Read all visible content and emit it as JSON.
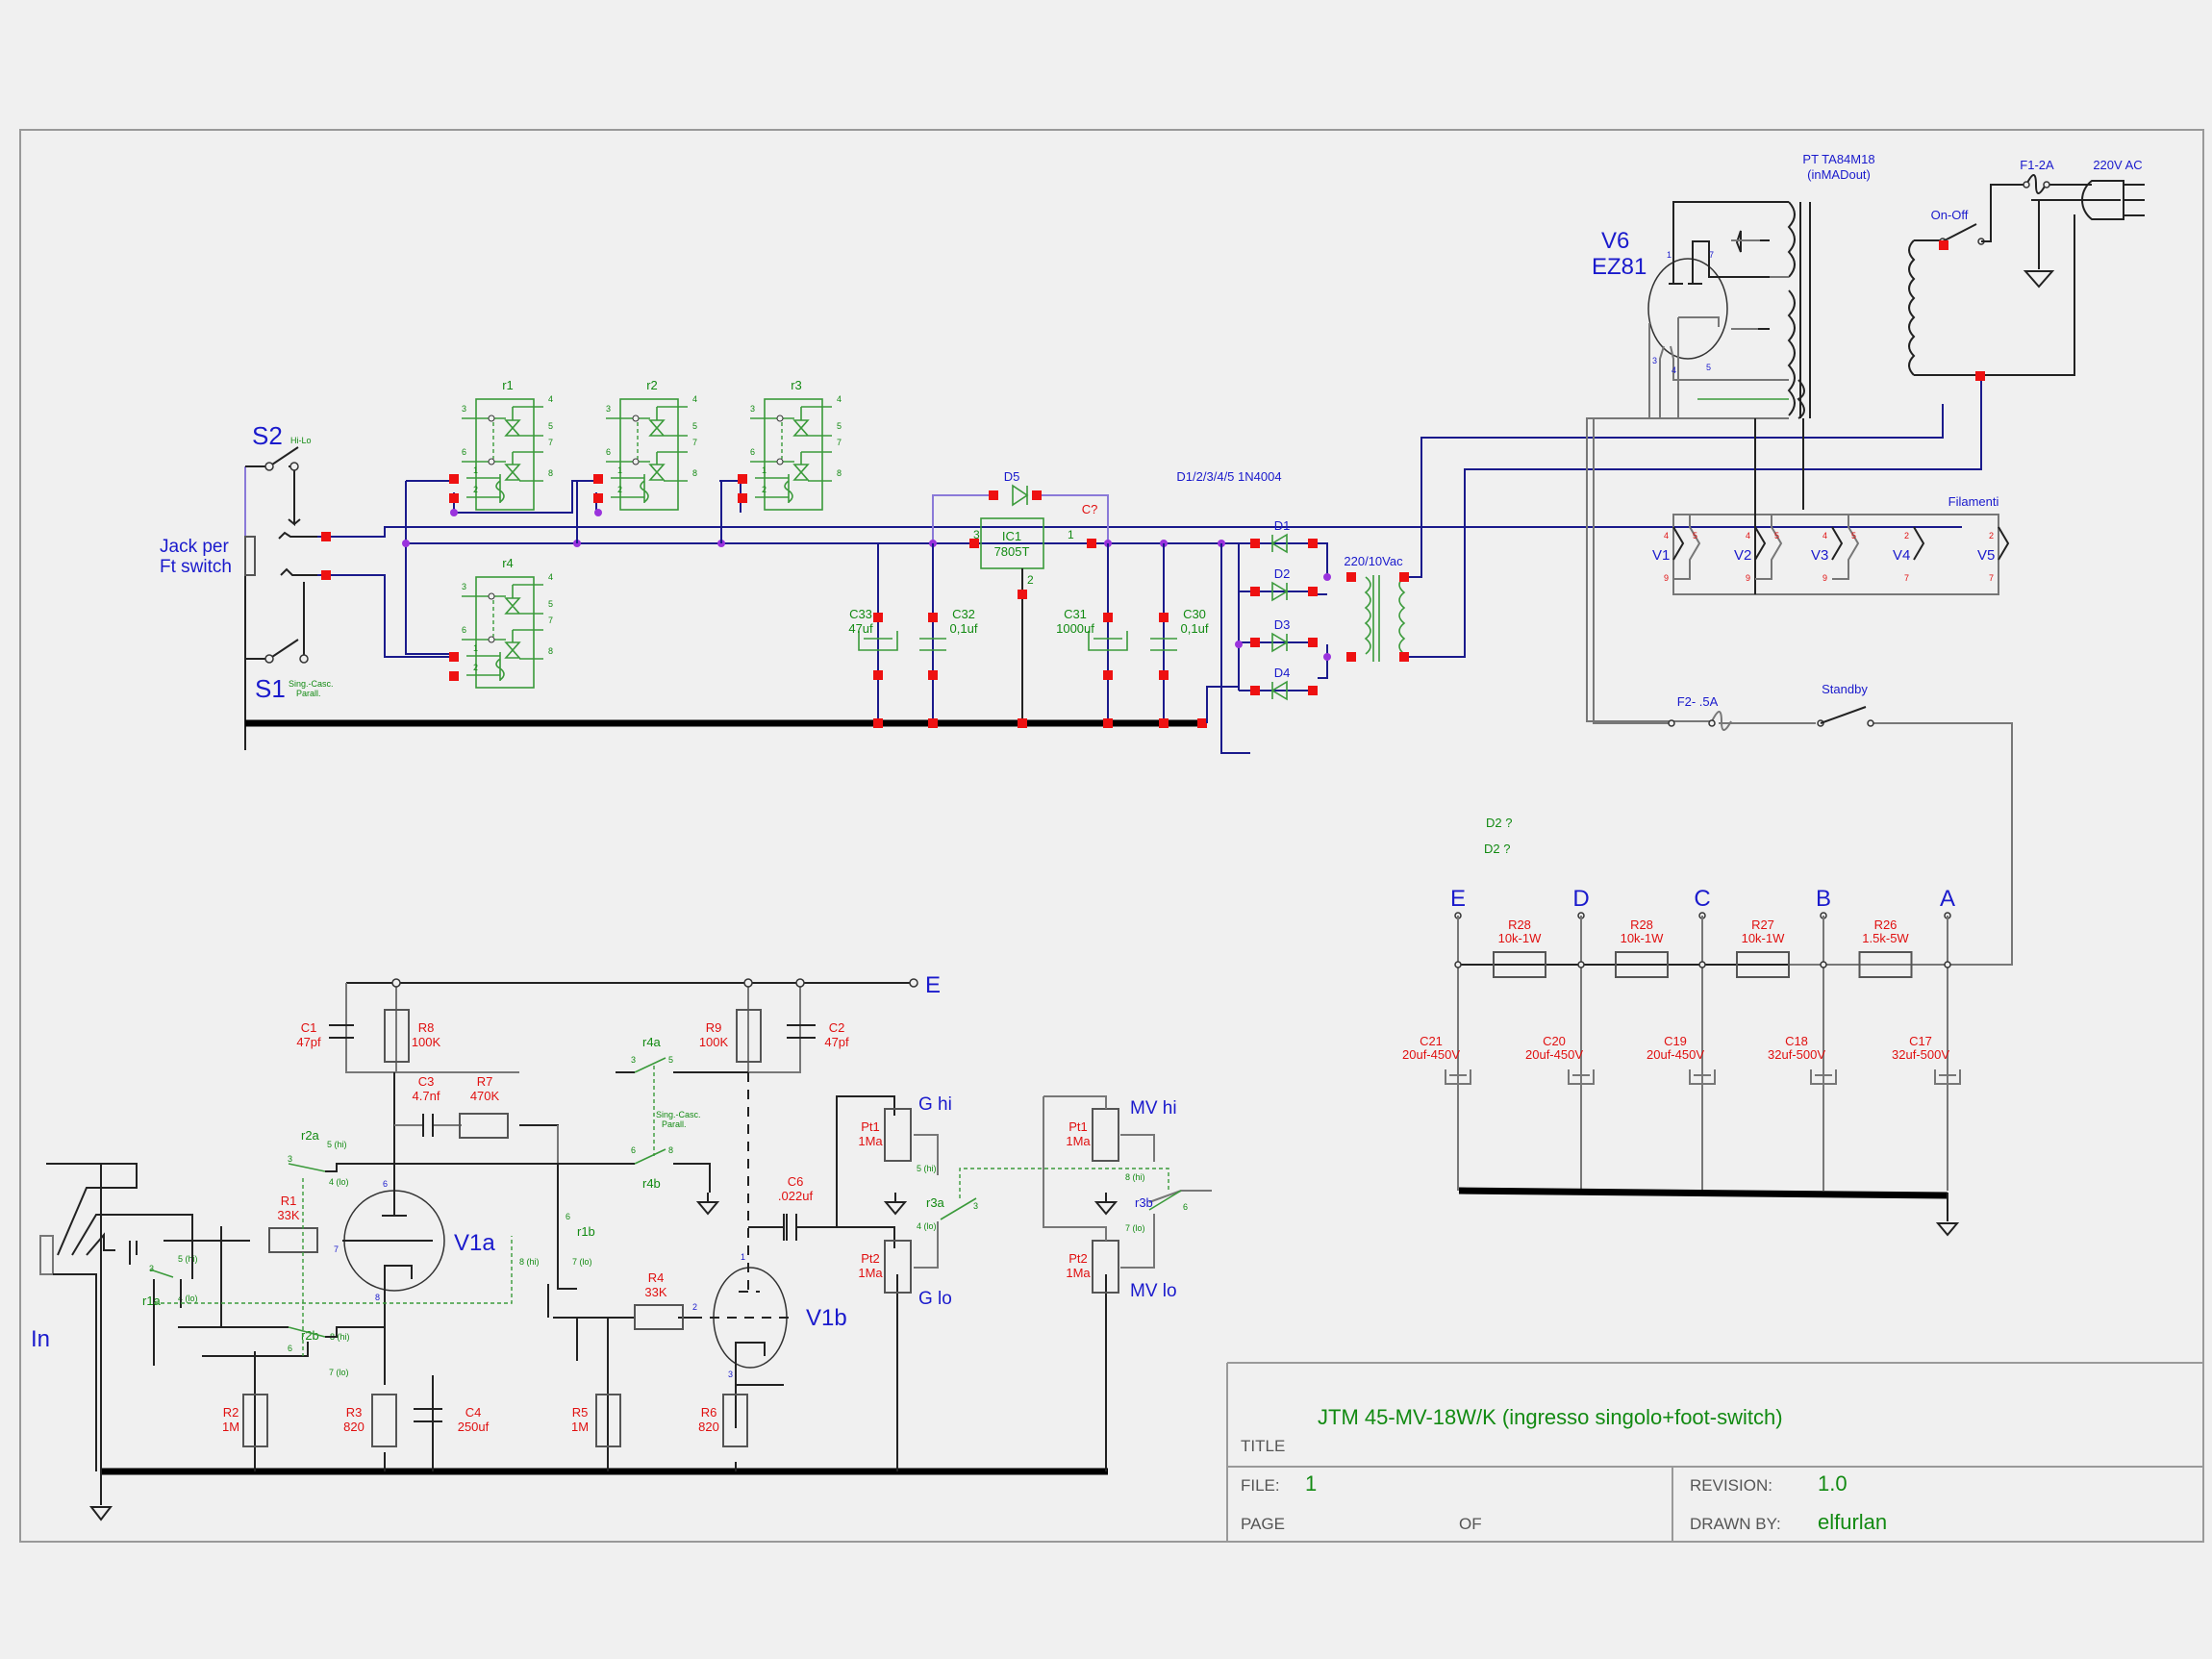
{
  "relay_board": {
    "s2": {
      "name": "S2",
      "sub": "Hi-Lo"
    },
    "s1": {
      "name": "S1",
      "sub1": "Sing.-Casc.",
      "sub2": "Parall."
    },
    "jack": {
      "line1": "Jack per",
      "line2": "Ft switch"
    },
    "relays": [
      {
        "name": "r1",
        "pins": [
          "3",
          "6",
          "1",
          "2",
          "4",
          "5",
          "7",
          "8"
        ]
      },
      {
        "name": "r2",
        "pins": [
          "3",
          "6",
          "1",
          "2",
          "4",
          "5",
          "7",
          "8"
        ]
      },
      {
        "name": "r3",
        "pins": [
          "3",
          "6",
          "1",
          "2",
          "4",
          "5",
          "7",
          "8"
        ]
      },
      {
        "name": "r4",
        "pins": [
          "3",
          "6",
          "1",
          "2",
          "4",
          "5",
          "7",
          "8"
        ]
      }
    ]
  },
  "supply_5v": {
    "d5": "D5",
    "c_unknown": "C?",
    "diodes_note": "D1/2/3/4/5  1N4004",
    "ic1": {
      "name": "IC1",
      "part": "7805T",
      "pin_in": "3",
      "pin_out": "1",
      "pin_gnd": "2"
    },
    "caps": [
      {
        "name": "C33",
        "value": "47uf"
      },
      {
        "name": "C32",
        "value": "0,1uf"
      },
      {
        "name": "C31",
        "value": "1000uf"
      },
      {
        "name": "C30",
        "value": "0,1uf"
      }
    ],
    "bridge": [
      "D1",
      "D2",
      "D3",
      "D4"
    ],
    "transformer": "220/10Vac"
  },
  "power": {
    "rectifier": {
      "name": "V6",
      "part": "EZ81",
      "pins": [
        "1",
        "7",
        "3",
        "4",
        "5"
      ]
    },
    "pt": {
      "line1": "PT TA84M18",
      "line2": "(inMADout)"
    },
    "fuse1": "F1-2A",
    "mains": "220V AC",
    "onoff": "On-Off",
    "fuse2": "F2- .5A",
    "standby": "Standby",
    "filaments": {
      "title": "Filamenti",
      "tubes": [
        {
          "name": "V1",
          "pa": "4",
          "pb": "5",
          "pc": "9"
        },
        {
          "name": "V2",
          "pa": "4",
          "pb": "5",
          "pc": "9"
        },
        {
          "name": "V3",
          "pa": "4",
          "pb": "5",
          "pc": "9"
        },
        {
          "name": "V4",
          "pa": "2",
          "pb": "",
          "pc": "7"
        },
        {
          "name": "V5",
          "pa": "2",
          "pb": "",
          "pc": "7"
        }
      ]
    }
  },
  "filter_chain": {
    "notes": [
      "D2 ?",
      "D2 ?"
    ],
    "nodes": [
      "E",
      "D",
      "C",
      "B",
      "A"
    ],
    "resistors": [
      {
        "name": "R28",
        "value": "10k-1W"
      },
      {
        "name": "R28",
        "value": "10k-1W"
      },
      {
        "name": "R27",
        "value": "10k-1W"
      },
      {
        "name": "R26",
        "value": "1.5k-5W"
      }
    ],
    "caps": [
      {
        "name": "C21",
        "value": "20uf-450V"
      },
      {
        "name": "C20",
        "value": "20uf-450V"
      },
      {
        "name": "C19",
        "value": "20uf-450V"
      },
      {
        "name": "C18",
        "value": "32uf-500V"
      },
      {
        "name": "C17",
        "value": "32uf-500V"
      }
    ]
  },
  "preamp": {
    "input": "In",
    "e_node": "E",
    "v1a": {
      "name": "V1a",
      "p_plate": "6",
      "p_grid": "7",
      "p_cath": "8"
    },
    "v1b": {
      "name": "V1b",
      "p_plate": "1",
      "p_grid": "2",
      "p_cath": "3"
    },
    "parts": {
      "C1": {
        "name": "C1",
        "value": "47pf"
      },
      "R8": {
        "name": "R8",
        "value": "100K"
      },
      "C3": {
        "name": "C3",
        "value": "4.7nf"
      },
      "R7": {
        "name": "R7",
        "value": "470K"
      },
      "R1": {
        "name": "R1",
        "value": "33K"
      },
      "R2": {
        "name": "R2",
        "value": "1M"
      },
      "R3": {
        "name": "R3",
        "value": "820"
      },
      "C4": {
        "name": "C4",
        "value": "250uf"
      },
      "R9": {
        "name": "R9",
        "value": "100K"
      },
      "C2": {
        "name": "C2",
        "value": "47pf"
      },
      "R4": {
        "name": "R4",
        "value": "33K"
      },
      "R5": {
        "name": "R5",
        "value": "1M"
      },
      "R6": {
        "name": "R6",
        "value": "820"
      },
      "C6": {
        "name": "C6",
        "value": ".022uf"
      },
      "Pt1g": {
        "name": "Pt1",
        "value": "1Ma"
      },
      "Pt2g": {
        "name": "Pt2",
        "value": "1Ma"
      },
      "Pt1m": {
        "name": "Pt1",
        "value": "1Ma"
      },
      "Pt2m": {
        "name": "Pt2",
        "value": "1Ma"
      }
    },
    "pot_labels": {
      "g_hi": "G hi",
      "g_lo": "G lo",
      "mv_hi": "MV hi",
      "mv_lo": "MV lo"
    },
    "switches": {
      "r2a": {
        "name": "r2a",
        "c": "3",
        "hi": "5 (hi)",
        "lo": "4 (lo)"
      },
      "r2b": {
        "name": "r2b",
        "c": "6",
        "hi": "8 (hi)",
        "lo": "7 (lo)"
      },
      "r1a": {
        "name": "r1a",
        "c": "3",
        "hi": "5 (hi)",
        "lo": "4 (lo)"
      },
      "r1b": {
        "name": "r1b",
        "c": "6",
        "hi": "8 (hi)",
        "lo": "7 (lo)"
      },
      "r4a": {
        "name": "r4a",
        "c": "3",
        "o": "5"
      },
      "r4b": {
        "name": "r4b",
        "c": "6",
        "o": "8"
      },
      "r4note1": "Sing.-Casc.",
      "r4note2": "Parall.",
      "r3a": {
        "name": "r3a",
        "c": "3",
        "hi": "5 (hi)",
        "lo": "4 (lo)"
      },
      "r3b": {
        "name": "r3b",
        "c": "6",
        "hi": "8 (hi)",
        "lo": "7 (lo)"
      }
    }
  },
  "title_block": {
    "title_label": "TITLE",
    "title": "JTM 45-MV-18W/K (ingresso singolo+foot-switch)",
    "file_label": "FILE:",
    "file": "1",
    "page_label": "PAGE",
    "of_label": "OF",
    "revision_label": "REVISION:",
    "revision": "1.0",
    "drawn_label": "DRAWN BY:",
    "drawn": "elfurlan"
  }
}
